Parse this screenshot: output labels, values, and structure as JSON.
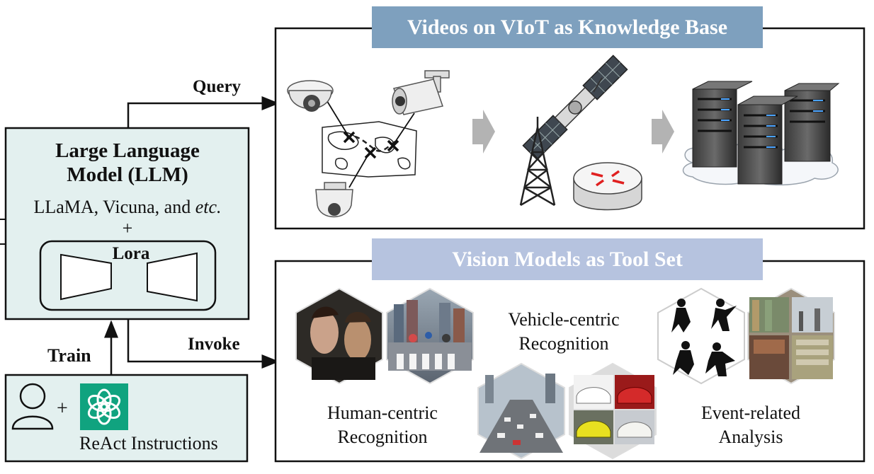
{
  "llm_box": {
    "title_line1": "Large Language",
    "title_line2": "Model (LLM)",
    "examples_prefix": "LLaMA, Vicuna, and ",
    "examples_italic": "etc.",
    "plus": "+",
    "lora_label": "Lora"
  },
  "arrows": {
    "query": "Query",
    "invoke": "Invoke",
    "train": "Train"
  },
  "instructions_box": {
    "plus": "+",
    "label": "ReAct Instructions",
    "icons": [
      "person-icon",
      "chatgpt-icon"
    ]
  },
  "knowledge_panel": {
    "banner": "Videos on VIoT as Knowledge Base",
    "banner_color": "#7ea0be",
    "icons": [
      "dome-camera-icon",
      "bullet-camera-icon",
      "ptz-camera-icon",
      "map-icon",
      "satellite-icon",
      "tower-icon",
      "router-icon",
      "server-cluster-icon"
    ]
  },
  "toolset_panel": {
    "banner": "Vision Models as Tool Set",
    "banner_color": "#b6c3df",
    "groups": [
      {
        "label_line1": "Human-centric",
        "label_line2": "Recognition"
      },
      {
        "label_line1": "Vehicle-centric",
        "label_line2": "Recognition"
      },
      {
        "label_line1": "Event-related",
        "label_line2": "Analysis"
      }
    ]
  },
  "colors": {
    "box_fill": "#e3f0ef",
    "stroke": "#111111",
    "gray_arrow": "#b3b3b3",
    "chatgpt_green": "#10a37f"
  }
}
